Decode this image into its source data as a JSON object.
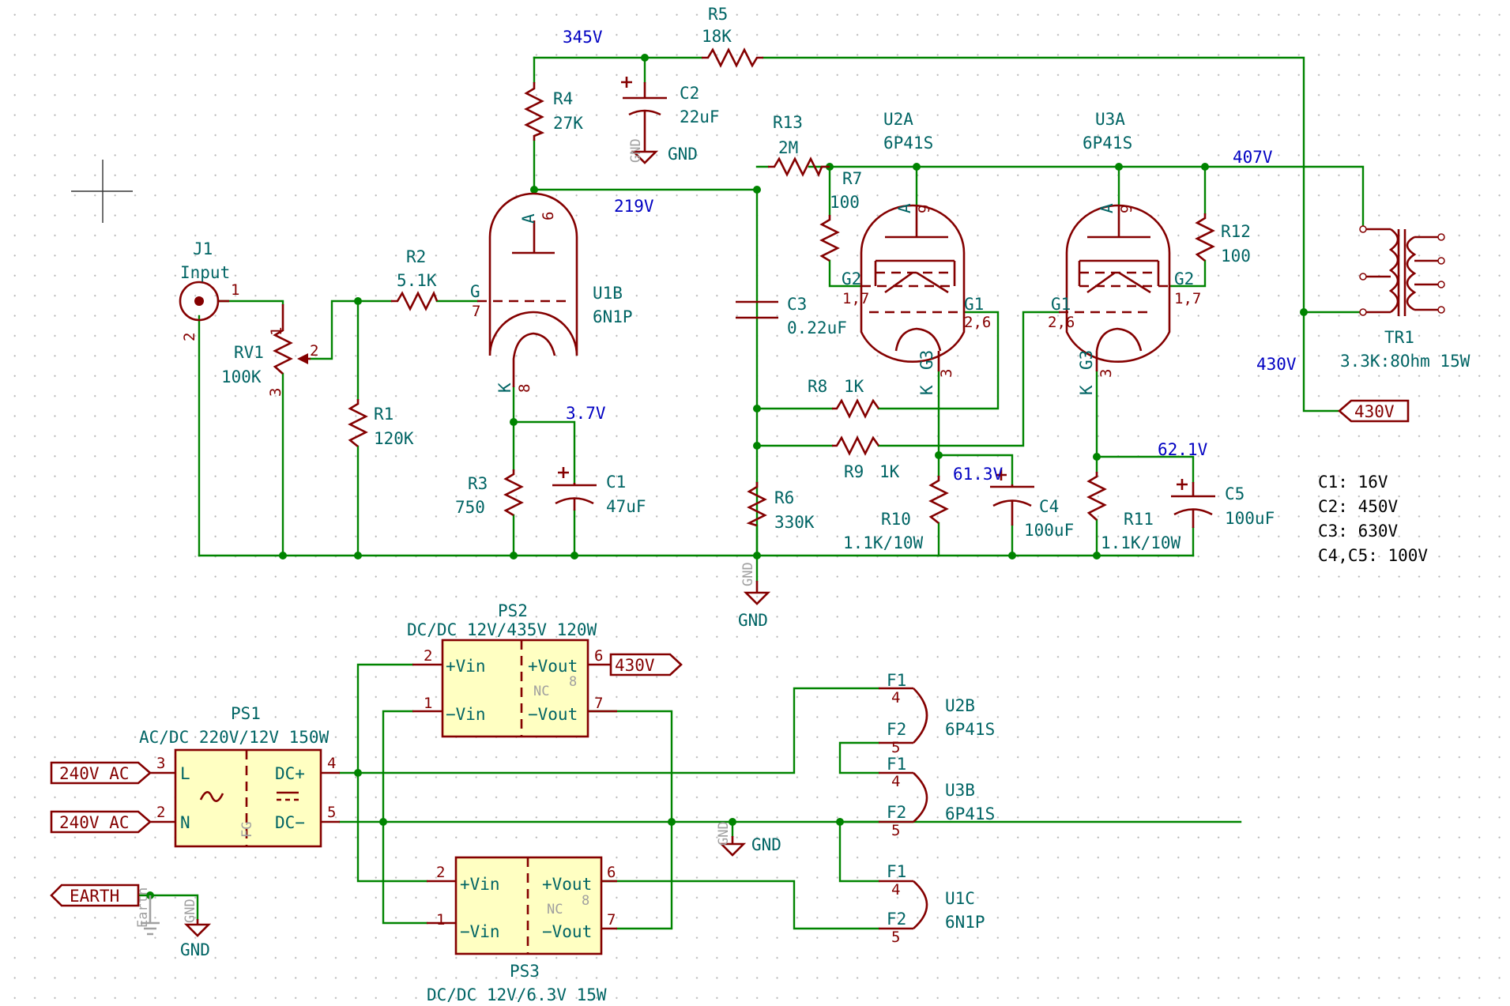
{
  "nets": {
    "v345": "345V",
    "v219": "219V",
    "v407": "407V",
    "v430": "430V",
    "v3_7": "3.7V",
    "v61_3": "61.3V",
    "v62_1": "62.1V"
  },
  "labels": {
    "l430_top": "430V",
    "l430_ps2": "430V",
    "ac_l": "240V AC",
    "ac_n": "240V AC",
    "earth": "EARTH"
  },
  "gnd": {
    "c2": "GND",
    "main": "GND",
    "ps": "GND",
    "earth": "GND",
    "hidden": "GND",
    "earth_hidden": "Earth"
  },
  "components": {
    "R5": {
      "ref": "R5",
      "value": "18K"
    },
    "R4": {
      "ref": "R4",
      "value": "27K"
    },
    "C2": {
      "ref": "C2",
      "value": "22uF"
    },
    "R13": {
      "ref": "R13",
      "value": "2M"
    },
    "U2A": {
      "ref": "U2A",
      "value": "6P41S"
    },
    "U3A": {
      "ref": "U3A",
      "value": "6P41S"
    },
    "R7": {
      "ref": "R7",
      "value": "100"
    },
    "R12": {
      "ref": "R12",
      "value": "100"
    },
    "J1": {
      "ref": "J1",
      "value": "Input"
    },
    "R2": {
      "ref": "R2",
      "value": "5.1K"
    },
    "U1B": {
      "ref": "U1B",
      "value": "6N1P"
    },
    "RV1": {
      "ref": "RV1",
      "value": "100K"
    },
    "R1": {
      "ref": "R1",
      "value": "120K"
    },
    "R3": {
      "ref": "R3",
      "value": "750"
    },
    "C1": {
      "ref": "C1",
      "value": "47uF"
    },
    "C3": {
      "ref": "C3",
      "value": "0.22uF"
    },
    "R8": {
      "ref": "R8",
      "value": "1K"
    },
    "R9": {
      "ref": "R9",
      "value": "1K"
    },
    "R6": {
      "ref": "R6",
      "value": "330K"
    },
    "R10": {
      "ref": "R10",
      "value": "1.1K/10W"
    },
    "C4": {
      "ref": "C4",
      "value": "100uF"
    },
    "R11": {
      "ref": "R11",
      "value": "1.1K/10W"
    },
    "C5": {
      "ref": "C5",
      "value": "100uF"
    },
    "TR1": {
      "ref": "TR1",
      "value": "3.3K:8Ohm 15W"
    },
    "PS1": {
      "ref": "PS1",
      "value": "AC/DC 220V/12V 150W"
    },
    "PS2": {
      "ref": "PS2",
      "value": "DC/DC 12V/435V 120W"
    },
    "PS3": {
      "ref": "PS3",
      "value": "DC/DC 12V/6.3V 15W"
    },
    "U2B": {
      "ref": "U2B",
      "value": "6P41S"
    },
    "U3B": {
      "ref": "U3B",
      "value": "6P41S"
    },
    "U1C": {
      "ref": "U1C",
      "value": "6N1P"
    }
  },
  "pinnames": {
    "A": "A",
    "G": "G",
    "K": "K",
    "G1": "G1",
    "G2": "G2",
    "G3": "G3",
    "vin_p": "+Vin",
    "vin_n": "−Vin",
    "vout_p": "+Vout",
    "vout_n": "−Vout",
    "nc": "NC",
    "L": "L",
    "N": "N",
    "dcp": "DC+",
    "dcn": "DC−",
    "F1": "F1",
    "F2": "F2"
  },
  "notes": [
    "C1: 16V",
    "C2: 450V",
    "C3: 630V",
    "C4,C5: 100V"
  ],
  "colors": {
    "wire": "#008400",
    "body": "#840000",
    "fill": "#ffffc2",
    "text": "#006464",
    "net": "#0000c2"
  }
}
